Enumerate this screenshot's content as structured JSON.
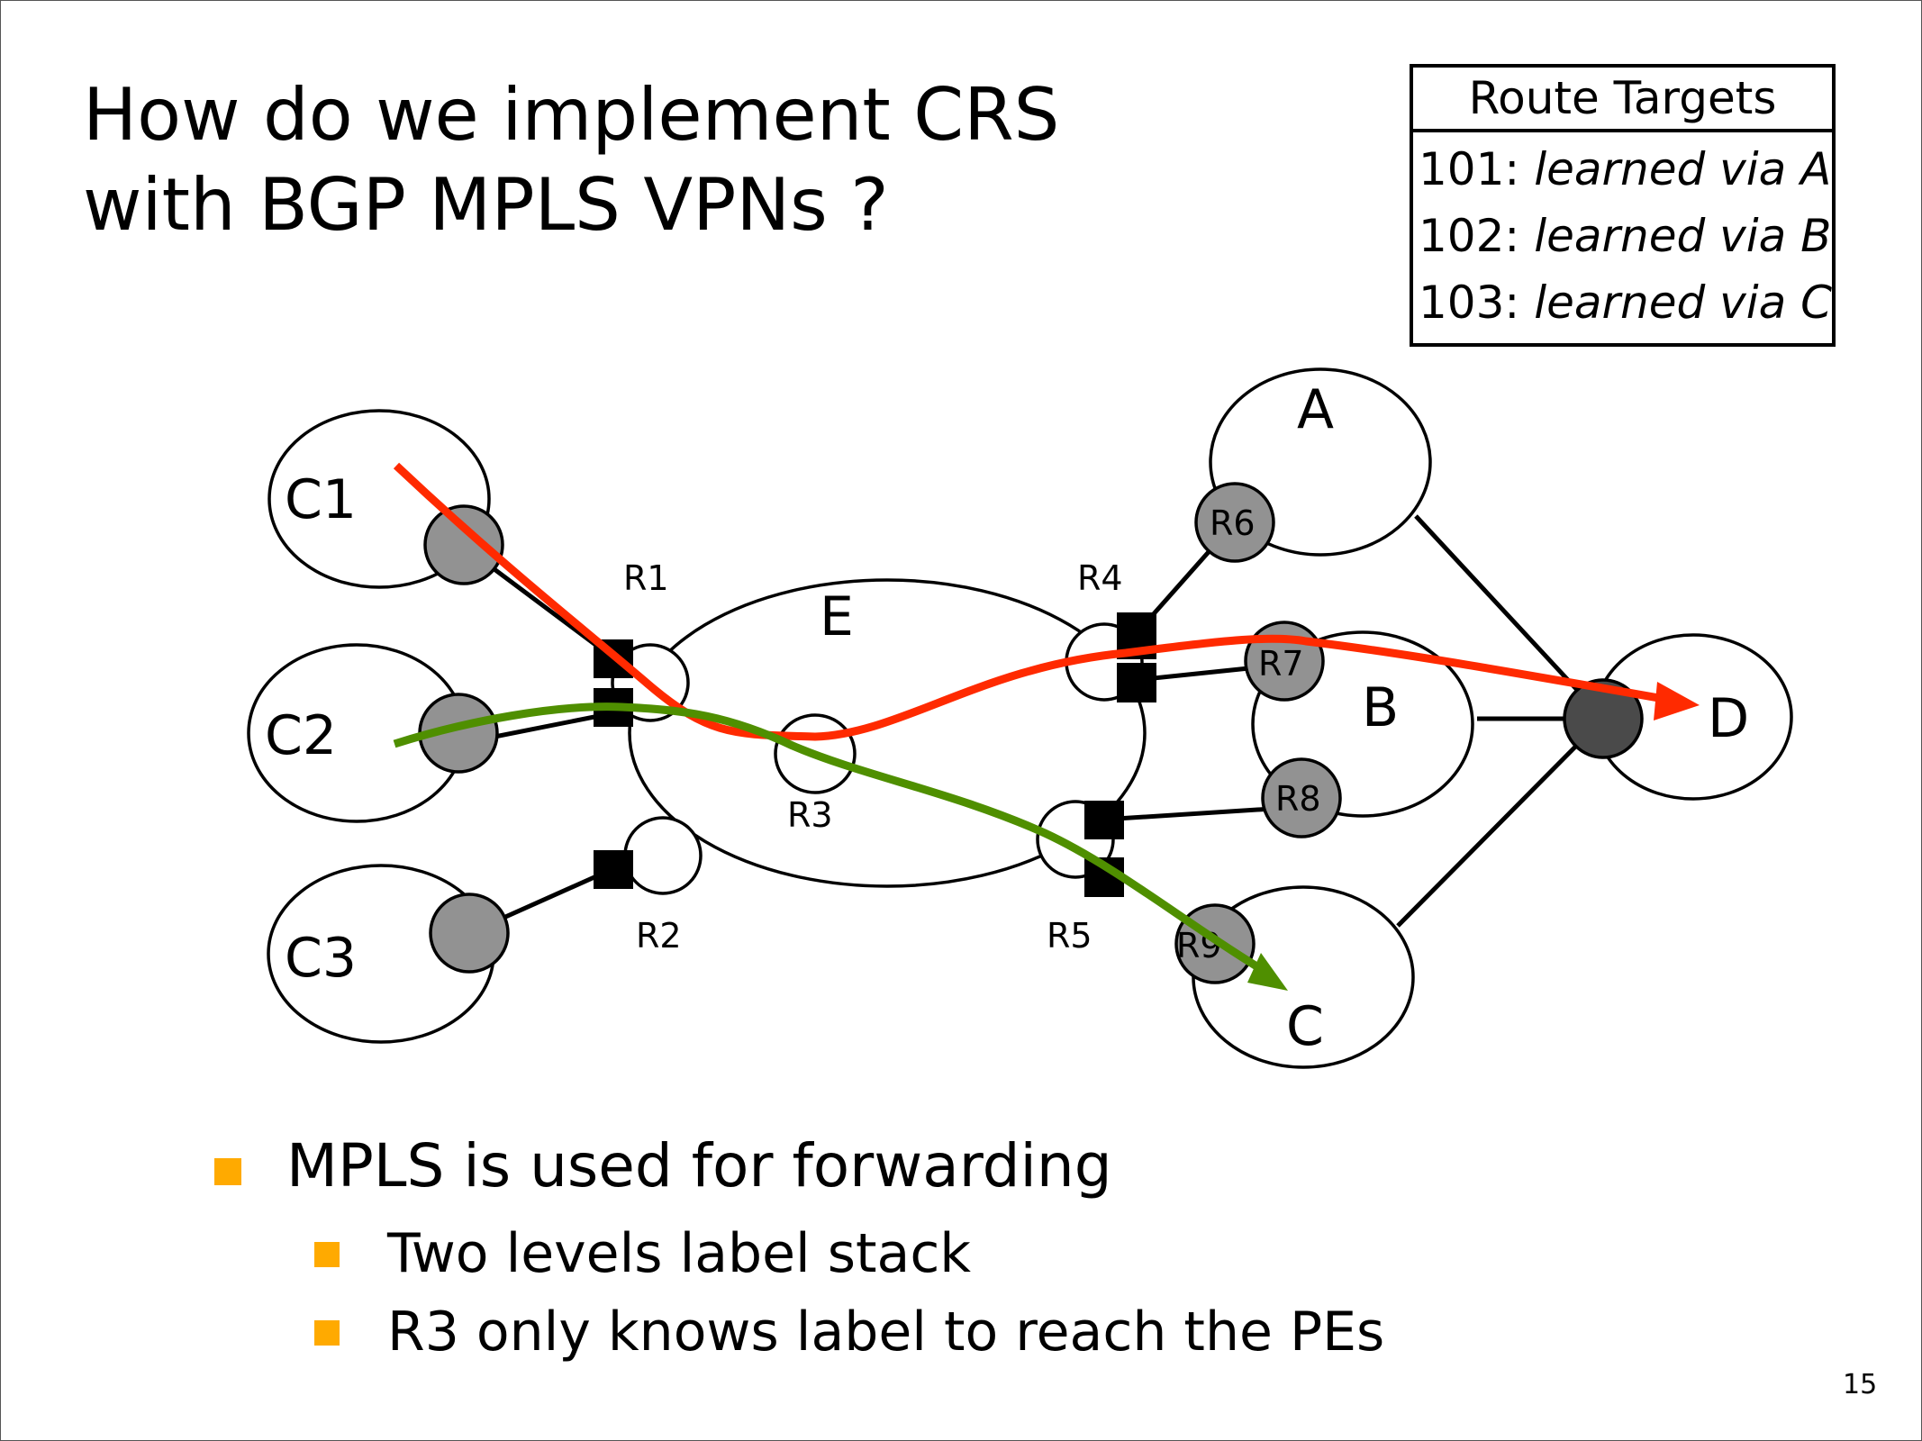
{
  "slide": {
    "title_line1": "How do we implement CRS",
    "title_line2": "with BGP MPLS VPNs ?",
    "page_number": "15"
  },
  "route_targets": {
    "header": "Route Targets",
    "rows": [
      {
        "code": "101:",
        "desc": "learned via A"
      },
      {
        "code": "102:",
        "desc": "learned via B"
      },
      {
        "code": "103:",
        "desc": "learned via C"
      }
    ]
  },
  "diagram": {
    "labels": {
      "C1": "C1",
      "C2": "C2",
      "C3": "C3",
      "E": "E",
      "A": "A",
      "B": "B",
      "C": "C",
      "D": "D",
      "R1": "R1",
      "R2": "R2",
      "R3": "R3",
      "R4": "R4",
      "R5": "R5",
      "R6": "R6",
      "R7": "R7",
      "R8": "R8",
      "R9": "R9"
    },
    "colors": {
      "red_path": "#ff2a00",
      "green_path": "#4f8f00",
      "router_gray": "#929292",
      "router_dark": "#4a4a4a",
      "bullet": "#ffaa00"
    },
    "paths": [
      {
        "name": "red-path",
        "from": "C1",
        "to": "D",
        "via": [
          "R1",
          "R3",
          "R4",
          "R7"
        ]
      },
      {
        "name": "green-path",
        "from": "C2",
        "to": "C",
        "via": [
          "R1",
          "R3",
          "R5",
          "R9"
        ]
      }
    ]
  },
  "bullets": [
    {
      "level": 1,
      "text": "MPLS is used for forwarding"
    },
    {
      "level": 2,
      "text": "Two levels label stack"
    },
    {
      "level": 2,
      "text": "R3 only knows label to reach the PEs"
    }
  ]
}
